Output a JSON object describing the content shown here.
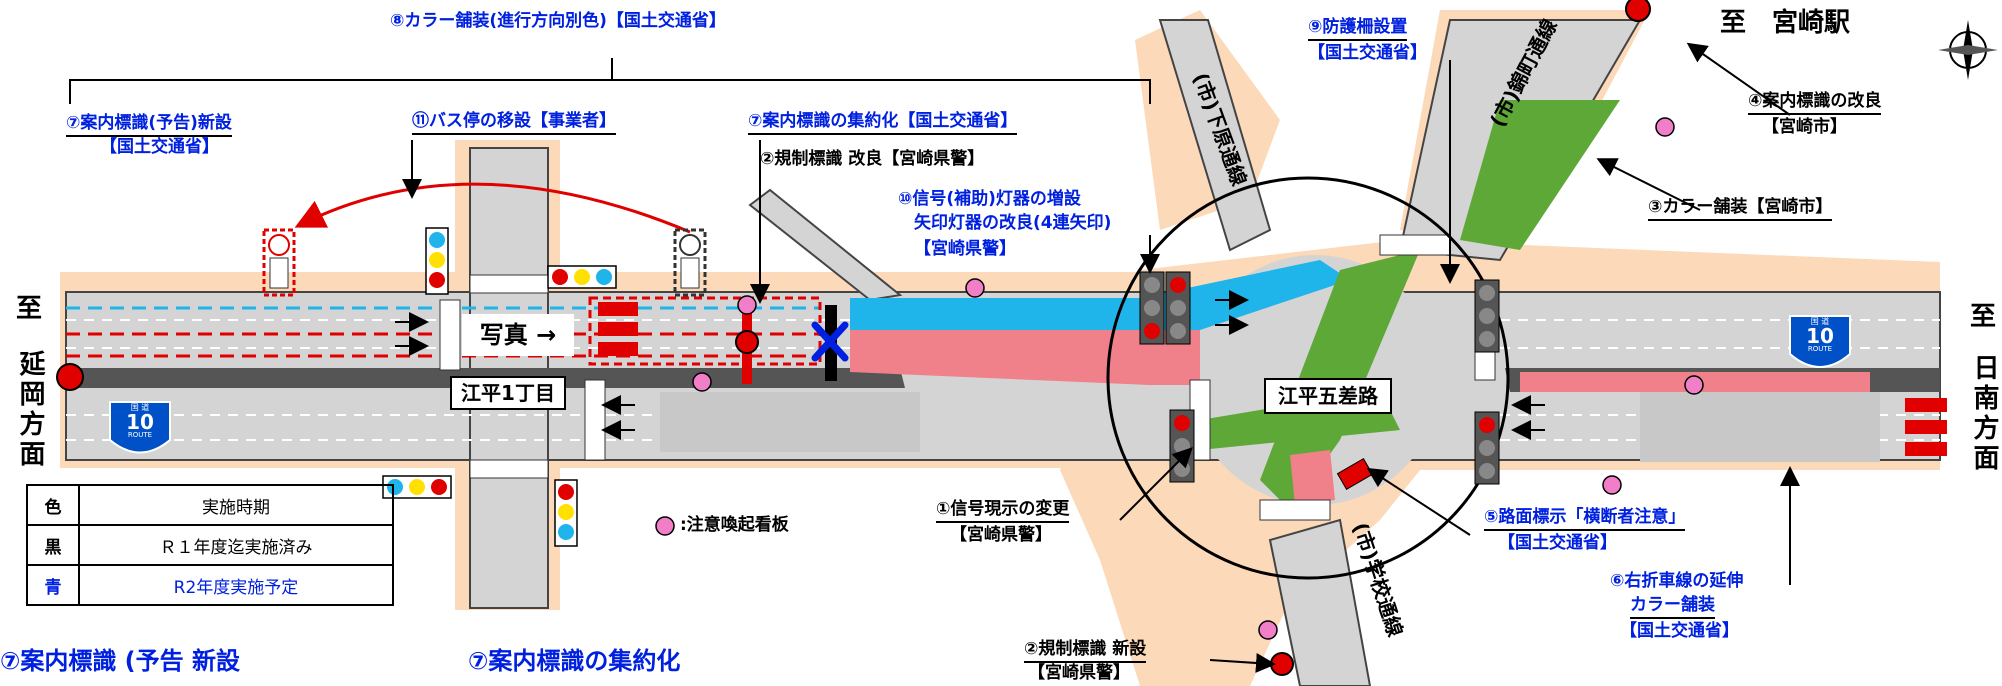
{
  "labels": {
    "l8": "⑧カラー舗装(進行方向別色)【国土交通省】",
    "l7a_1": "⑦案内標識(予告)新設",
    "l7a_2": "【国土交通省】",
    "l11": "⑪バス停の移設【事業者】",
    "l7b": "⑦案内標識の集約化【国土交通省】",
    "l2a": "②規制標識 改良【宮崎県警】",
    "l10_1": "⑩信号(補助)灯器の増設",
    "l10_2": "矢印灯器の改良(4連矢印)",
    "l10_3": "【宮崎県警】",
    "l9_1": "⑨防護柵設置",
    "l9_2": "【国土交通省】",
    "l4_1": "④案内標識の改良",
    "l4_2": "【宮崎市】",
    "l3": "③カラー舗装【宮崎市】",
    "l1_1": "①信号現示の変更",
    "l1_2": "【宮崎県警】",
    "l5_1": "⑤路面標示「横断者注意」",
    "l5_2": "【国土交通省】",
    "l6_1": "⑥右折車線の延伸",
    "l6_2": "カラー舗装",
    "l6_3": "【国土交通省】",
    "l2b_1": "②規制標識 新設",
    "l2b_2": "【宮崎県警】",
    "caution": ":注意喚起看板",
    "bottom_left": "⑦案内標識 (予告 新設",
    "bottom_mid": "⑦案内標識の集約化"
  },
  "places": {
    "miyazaki": "至　宮崎駅",
    "left_to": "至",
    "left_dest": "延岡方面",
    "right_to": "至",
    "right_dest": "日南方面",
    "shimohara": "(市)下原通線",
    "nishikimachi": "(市)錦町通線",
    "gakko": "(市)学校通線",
    "ehira1": "江平1丁目",
    "ehira5": "江平五差路",
    "photo": "写真",
    "photo_arrow": "→",
    "route": "10",
    "route_top": "国 道",
    "route_bottom": "ROUTE"
  },
  "legend": {
    "header": [
      "色",
      "実施時期"
    ],
    "rows": [
      {
        "color": "黒",
        "text": "Ｒ１年度迄実施済み",
        "color_hex": "#000000"
      },
      {
        "color": "青",
        "text": "R2年度実施予定",
        "color_hex": "#0020e0"
      }
    ]
  },
  "colors": {
    "cyan": "#1fb4ea",
    "pink": "#f0808a",
    "green": "#5ea838",
    "sidewalk": "#fbd9b9",
    "road": "#d4d4d4",
    "median": "#555555",
    "blue_text": "#0020e0",
    "red_sign": "#e00000"
  },
  "icons": [
    "compass-icon",
    "traffic-signal-icon",
    "pink-caution-dot-icon",
    "red-sign-dot-icon",
    "route-shield-icon",
    "bus-stop-icon",
    "blue-x-icon"
  ]
}
